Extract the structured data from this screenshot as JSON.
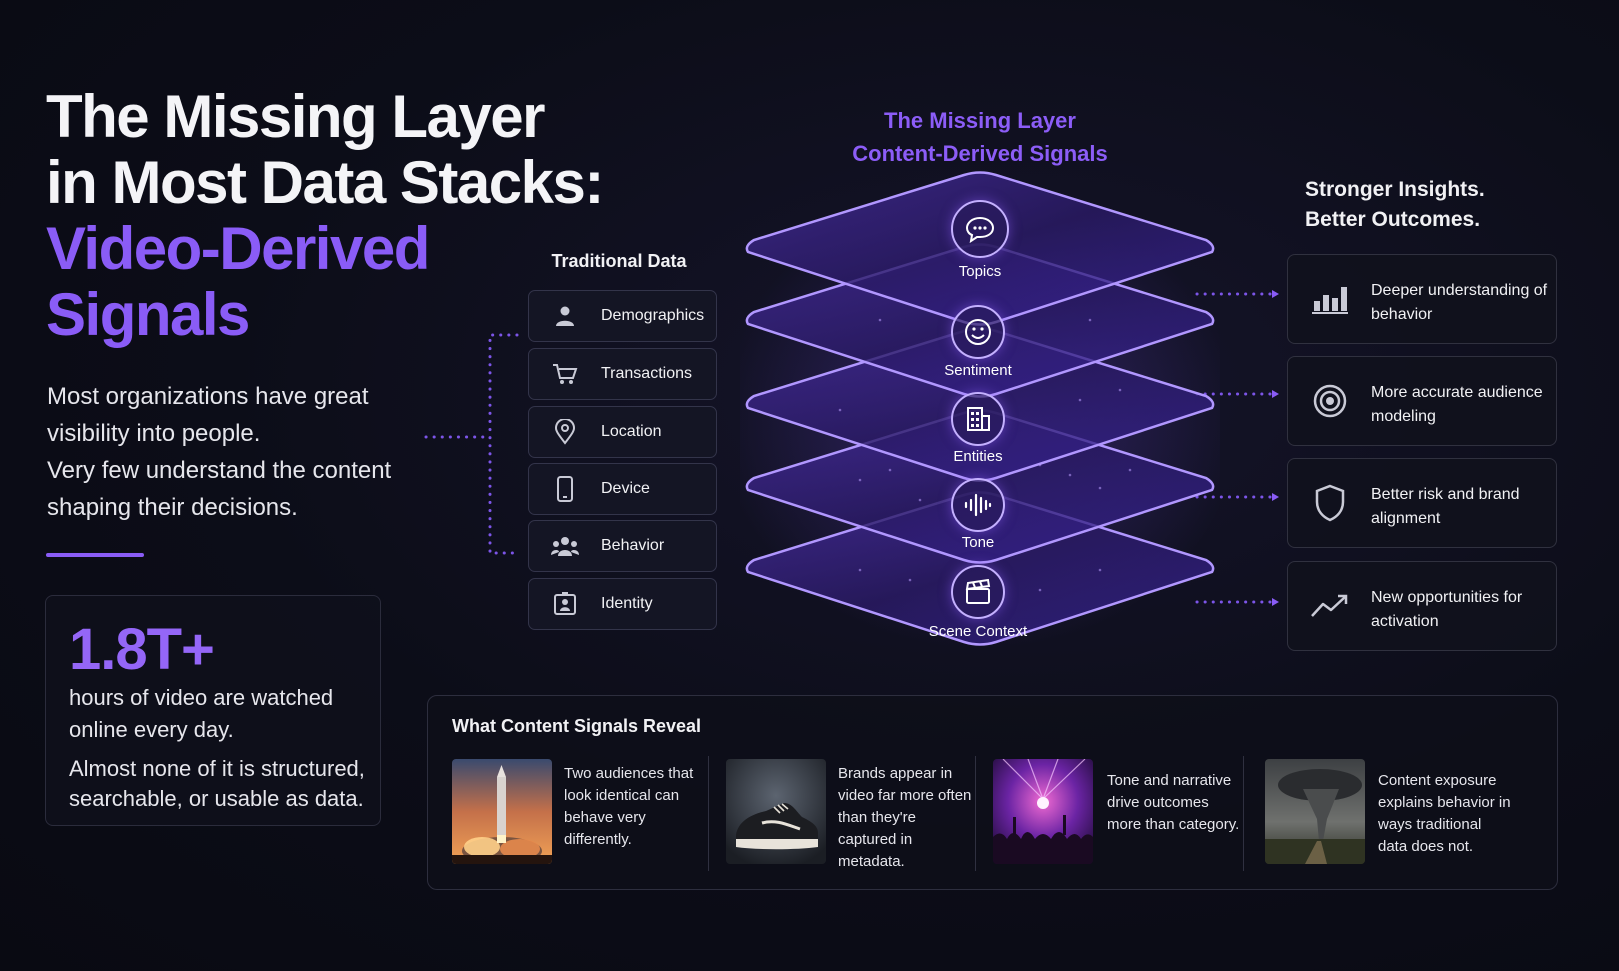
{
  "hero": {
    "title_line1": "The Missing Layer",
    "title_line2": "in Most Data Stacks:",
    "accent_line1": "Video-Derived",
    "accent_line2": "Signals",
    "desc_line1": "Most organizations have great",
    "desc_line2": "visibility into people.",
    "desc_line3": "Very few understand the content",
    "desc_line4": "shaping their decisions."
  },
  "stat": {
    "number": "1.8T+",
    "line1": "hours of video are watched online every day.",
    "line2": "Almost none of it is structured, searchable, or usable as data."
  },
  "traditional": {
    "heading": "Traditional Data",
    "items": [
      {
        "label": "Demographics",
        "icon": "person-icon"
      },
      {
        "label": "Transactions",
        "icon": "cart-icon"
      },
      {
        "label": "Location",
        "icon": "location-pin-icon"
      },
      {
        "label": "Device",
        "icon": "phone-icon"
      },
      {
        "label": "Behavior",
        "icon": "group-icon"
      },
      {
        "label": "Identity",
        "icon": "id-badge-icon"
      }
    ]
  },
  "center": {
    "title_line1": "The Missing Layer",
    "title_line2": "Content-Derived Signals",
    "layers": [
      {
        "label": "Topics",
        "icon": "chat-bubble-icon"
      },
      {
        "label": "Sentiment",
        "icon": "smiley-icon"
      },
      {
        "label": "Entities",
        "icon": "building-icon"
      },
      {
        "label": "Tone",
        "icon": "waveform-icon"
      },
      {
        "label": "Scene Context",
        "icon": "clapperboard-icon"
      }
    ]
  },
  "insights": {
    "heading_line1": "Stronger Insights.",
    "heading_line2": "Better Outcomes.",
    "items": [
      {
        "text": "Deeper understanding of behavior",
        "icon": "bar-chart-icon"
      },
      {
        "text": "More accurate audience modeling",
        "icon": "target-icon"
      },
      {
        "text": "Better risk and brand alignment",
        "icon": "shield-icon"
      },
      {
        "text": "New opportunities for activation",
        "icon": "trend-up-icon"
      }
    ]
  },
  "reveal": {
    "title": "What Content Signals Reveal",
    "items": [
      {
        "text": "Two audiences that look identical can behave very differently.",
        "image": "rocket-launch-photo"
      },
      {
        "text": "Brands appear in video far more often than they're captured in metadata.",
        "image": "sneaker-photo"
      },
      {
        "text": "Tone and narrative drive outcomes more than category.",
        "image": "concert-crowd-photo"
      },
      {
        "text": "Content exposure explains behavior in ways traditional data does not.",
        "image": "tornado-storm-photo"
      }
    ]
  },
  "colors": {
    "accent": "#8a5cf6",
    "background": "#0c0d18",
    "card_border": "#30313f"
  }
}
